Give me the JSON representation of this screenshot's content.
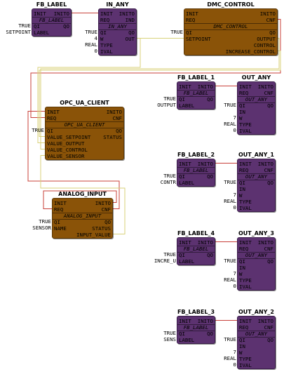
{
  "blocks": {
    "fb_label": {
      "name": "FB_LABEL",
      "type": "FB_LABEL",
      "color": "purple",
      "events_in": [
        "INIT"
      ],
      "events_out": [
        "INITO"
      ],
      "data_in": [
        "QI",
        "LABEL"
      ],
      "data_out": [
        "QO"
      ],
      "values": {
        "QI": "TRUE",
        "LABEL": "SETPOINT"
      }
    },
    "in_any": {
      "name": "IN_ANY",
      "type": "IN_ANY",
      "color": "purple",
      "events_in": [
        "INIT",
        "REQ"
      ],
      "events_out": [
        "INITO",
        "IND"
      ],
      "data_in": [
        "QI",
        "W",
        "TYPE",
        "IVAL"
      ],
      "data_out": [
        "QO",
        "OUT"
      ],
      "values": {
        "QI": "TRUE",
        "W": "4",
        "TYPE": "REAL",
        "IVAL": "0"
      }
    },
    "dmc_control": {
      "name": "DMC_CONTROL",
      "type": "DMC_CONTROL",
      "color": "brown",
      "events_in": [
        "INIT",
        "REQ"
      ],
      "events_out": [
        "INITO",
        "CNF"
      ],
      "data_in": [
        "QI",
        "SETPOINT"
      ],
      "data_out": [
        "QO",
        "OUTPUT",
        "CONTROL",
        "INCREASE_CONTROL"
      ],
      "values": {
        "QI": "TRUE"
      }
    },
    "fb_label_1": {
      "name": "FB_LABEL_1",
      "type": "FB_LABEL",
      "color": "purple",
      "events_in": [
        "INIT"
      ],
      "events_out": [
        "INITO"
      ],
      "data_in": [
        "QI",
        "LABEL"
      ],
      "data_out": [
        "QO"
      ],
      "values": {
        "QI": "TRUE",
        "LABEL": "OUTPUT"
      }
    },
    "out_any": {
      "name": "OUT_ANY",
      "type": "OUT_ANY",
      "color": "purple",
      "events_in": [
        "INIT",
        "REQ"
      ],
      "events_out": [
        "INITO",
        "CNF"
      ],
      "data_in": [
        "QI",
        "IN",
        "W",
        "TYPE",
        "IVAL"
      ],
      "data_out": [
        "QO"
      ],
      "values": {
        "QI": "TRUE",
        "W": "7",
        "TYPE": "REAL",
        "IVAL": "0"
      }
    },
    "opc_ua_client": {
      "name": "OPC_UA_CLIENT",
      "type": "OPC_UA_CLIENT",
      "color": "brown",
      "events_in": [
        "INIT",
        "REQ"
      ],
      "events_out": [
        "INITO",
        "CNF"
      ],
      "data_in": [
        "QI",
        "VALUE_SETPOINT",
        "VALUE_OUTPUT",
        "VALUE_CONTROL",
        "VALUE_SENSOR"
      ],
      "data_out": [
        "QO",
        "STATUS"
      ],
      "values": {
        "QI": "TRUE"
      }
    },
    "fb_label_2": {
      "name": "FB_LABEL_2",
      "type": "FB_LABEL",
      "color": "purple",
      "events_in": [
        "INIT"
      ],
      "events_out": [
        "INITO"
      ],
      "data_in": [
        "QI",
        "LABEL"
      ],
      "data_out": [
        "QO"
      ],
      "values": {
        "QI": "TRUE",
        "LABEL": "CONTR"
      }
    },
    "out_any_1": {
      "name": "OUT_ANY_1",
      "type": "OUT_ANY",
      "color": "purple",
      "events_in": [
        "INIT",
        "REQ"
      ],
      "events_out": [
        "INITO",
        "CNF"
      ],
      "data_in": [
        "QI",
        "IN",
        "W",
        "TYPE",
        "IVAL"
      ],
      "data_out": [
        "QO"
      ],
      "values": {
        "QI": "TRUE",
        "W": "7",
        "TYPE": "REAL",
        "IVAL": "0"
      }
    },
    "analog_input": {
      "name": "ANALOG_INPUT",
      "type": "ANALOG_INPUT",
      "color": "brown",
      "events_in": [
        "INIT",
        "REQ"
      ],
      "events_out": [
        "INITO",
        "CNF"
      ],
      "data_in": [
        "QI",
        "NAME"
      ],
      "data_out": [
        "QO",
        "STATUS",
        "INPUT_VALUE"
      ],
      "values": {
        "QI": "TRUE",
        "NAME": "SENSOR"
      }
    },
    "fb_label_4": {
      "name": "FB_LABEL_4",
      "type": "FB_LABEL",
      "color": "purple",
      "events_in": [
        "INIT"
      ],
      "events_out": [
        "INITO"
      ],
      "data_in": [
        "QI",
        "LABEL"
      ],
      "data_out": [
        "QO"
      ],
      "values": {
        "QI": "TRUE",
        "LABEL": "INCRE_U"
      }
    },
    "out_any_3": {
      "name": "OUT_ANY_3",
      "type": "OUT_ANY",
      "color": "purple",
      "events_in": [
        "INIT",
        "REQ"
      ],
      "events_out": [
        "INITO",
        "CNF"
      ],
      "data_in": [
        "QI",
        "IN",
        "W",
        "TYPE",
        "IVAL"
      ],
      "data_out": [
        "QO"
      ],
      "values": {
        "QI": "TRUE",
        "W": "7",
        "TYPE": "REAL",
        "IVAL": "0"
      }
    },
    "fb_label_3": {
      "name": "FB_LABEL_3",
      "type": "FB_LABEL",
      "color": "purple",
      "events_in": [
        "INIT"
      ],
      "events_out": [
        "INITO"
      ],
      "data_in": [
        "QI",
        "LABEL"
      ],
      "data_out": [
        "QO"
      ],
      "values": {
        "QI": "TRUE",
        "LABEL": "SENS"
      }
    },
    "out_any_2": {
      "name": "OUT_ANY_2",
      "type": "OUT_ANY",
      "color": "purple",
      "events_in": [
        "INIT",
        "REQ"
      ],
      "events_out": [
        "INITO",
        "CNF"
      ],
      "data_in": [
        "QI",
        "IN",
        "W",
        "TYPE",
        "IVAL"
      ],
      "data_out": [
        "QO"
      ],
      "values": {
        "QI": "TRUE",
        "W": "7",
        "TYPE": "REAL",
        "IVAL": "0"
      }
    }
  },
  "colors": {
    "purple_block": "#5c3270",
    "brown_block": "#8a5308",
    "event_wire": "#c8403a",
    "data_wire": "#d8d27a"
  }
}
